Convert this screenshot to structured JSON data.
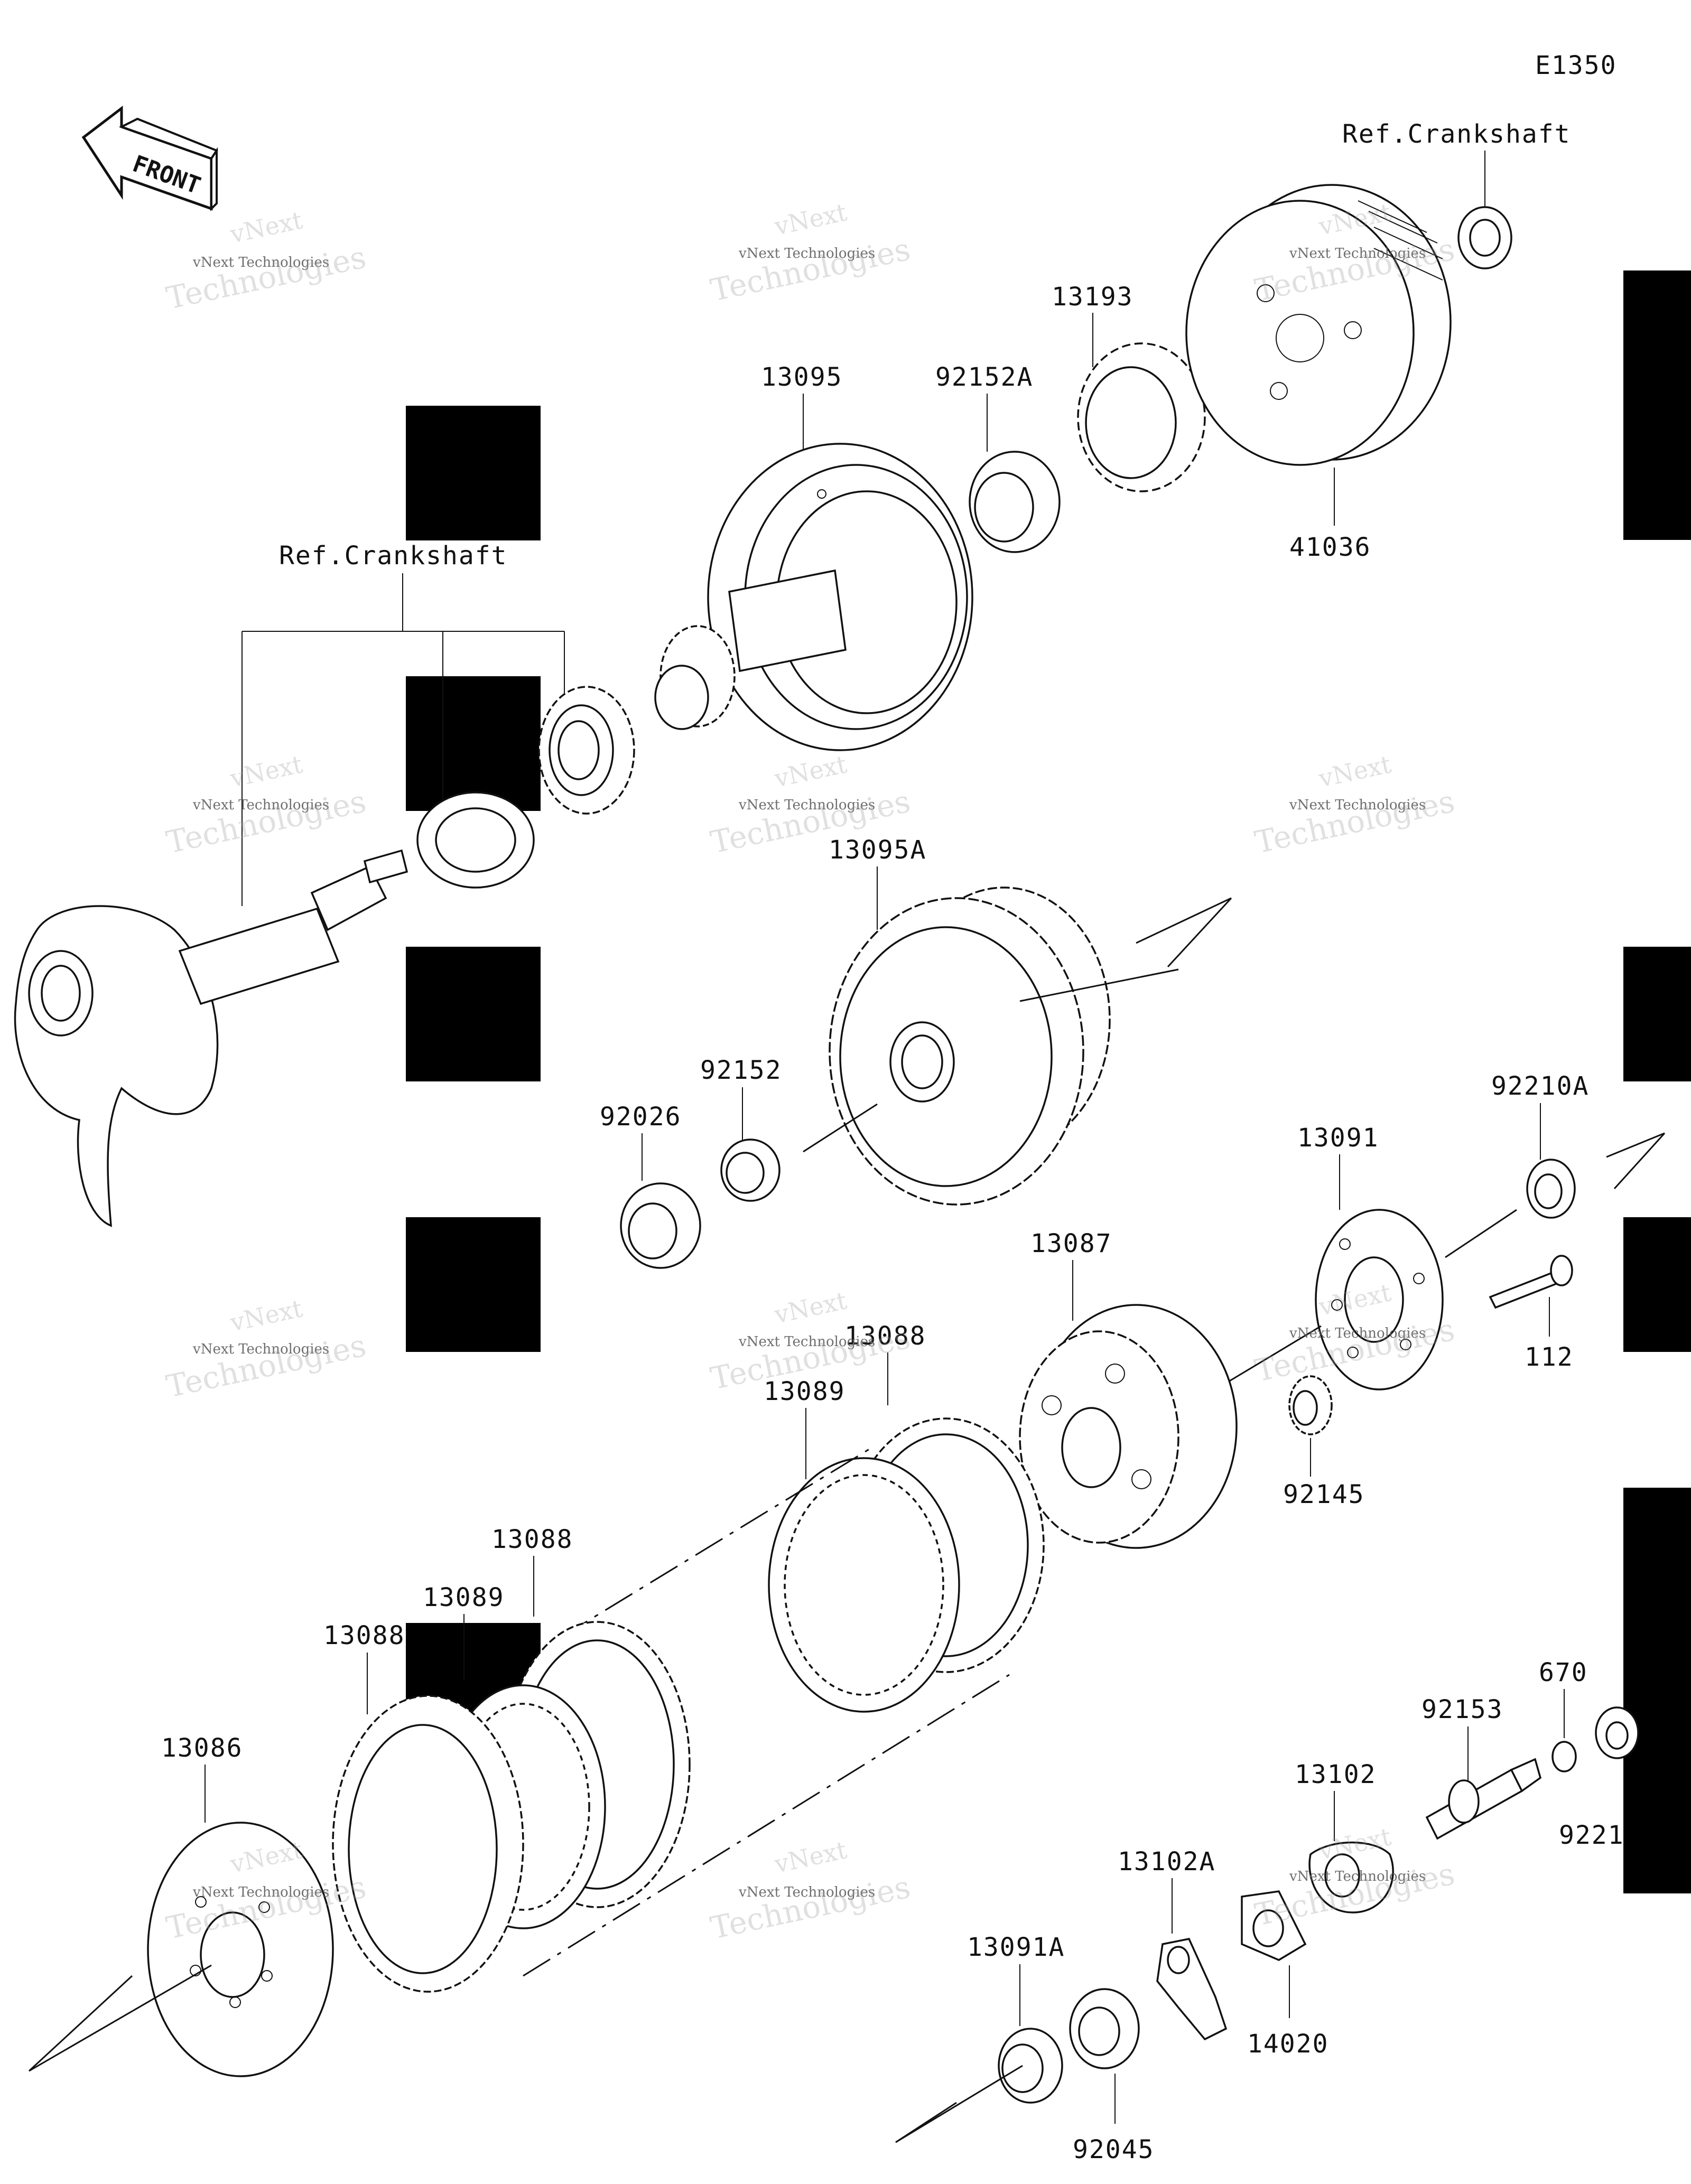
{
  "diagram_code": "E1350",
  "front_label": "FRONT",
  "ref_labels": [
    "Ref.Crankshaft",
    "Ref.Crankshaft"
  ],
  "part_labels": {
    "p13193": "13193",
    "p13095": "13095",
    "p92152A": "92152A",
    "p41036": "41036",
    "p13095A": "13095A",
    "p92152": "92152",
    "p92026": "92026",
    "p92210A": "92210A",
    "p13091": "13091",
    "p13087": "13087",
    "p112": "112",
    "p13088a": "13088",
    "p13089a": "13089",
    "p92145": "92145",
    "p13088b": "13088",
    "p13089b": "13089",
    "p13088c": "13088",
    "p13086": "13086",
    "p670": "670",
    "p92153": "92153",
    "p13102": "13102",
    "p9221": "9221",
    "p13102A": "13102A",
    "p14020": "14020",
    "p13091A": "13091A",
    "p92045": "92045"
  },
  "watermark": {
    "small": "vNext Technologies",
    "large_top": "vNext",
    "large_bottom": "Technologies"
  }
}
